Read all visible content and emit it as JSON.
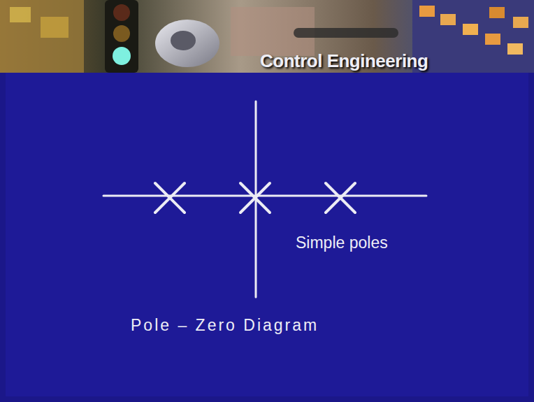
{
  "diagram": {
    "caption": "Pole – Zero Diagram",
    "labels": [
      "Control Engineering",
      "Simple poles"
    ]
  }
}
